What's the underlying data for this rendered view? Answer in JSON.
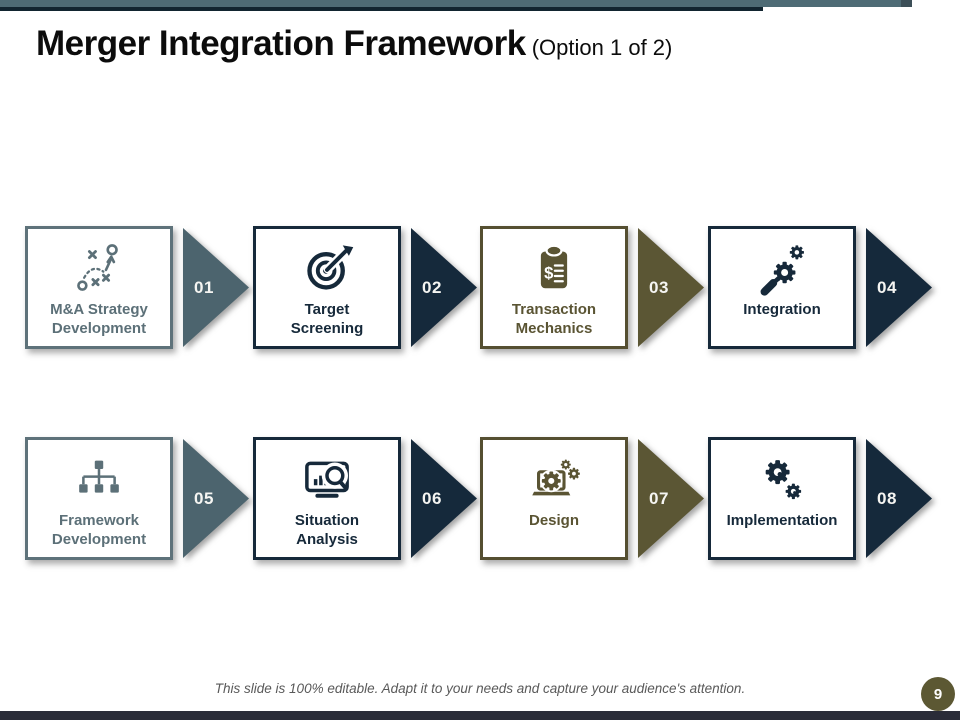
{
  "slide": {
    "title": "Merger Integration Framework",
    "title_suffix": "(Option 1 of 2)",
    "footer_note": "This slide is 100% editable. Adapt it to your needs and capture your audience's attention.",
    "page_number": "9"
  },
  "colors": {
    "slate_border": "#5e727a",
    "slate_text": "#5c7078",
    "slate_arrow": "#4c646e",
    "navy": "#16293a",
    "navy_arrow": "#15293b",
    "olive_border": "#554f31",
    "olive_text": "#5a5433",
    "olive_arrow": "#5b5634",
    "top_bar_slate": "#4e6b75",
    "top_bar_navy": "#122530",
    "bottom_bar": "#2a2c38",
    "page_circle": "#5c5833",
    "footer_text": "#595959"
  },
  "steps": [
    {
      "number": "01",
      "label": "M&A Strategy\nDevelopment",
      "theme": "slate",
      "icon": "strategy-icon"
    },
    {
      "number": "02",
      "label": "Target\nScreening",
      "theme": "navy",
      "icon": "target-icon"
    },
    {
      "number": "03",
      "label": "Transaction\nMechanics",
      "theme": "olive",
      "icon": "clipboard-dollar-icon"
    },
    {
      "number": "04",
      "label": "Integration",
      "theme": "navy",
      "icon": "gear-wrench-icon"
    },
    {
      "number": "05",
      "label": "Framework\nDevelopment",
      "theme": "slate",
      "icon": "org-chart-icon"
    },
    {
      "number": "06",
      "label": "Situation\nAnalysis",
      "theme": "navy",
      "icon": "monitor-search-icon"
    },
    {
      "number": "07",
      "label": "Design",
      "theme": "olive",
      "icon": "laptop-gears-icon"
    },
    {
      "number": "08",
      "label": "Implementation",
      "theme": "navy",
      "icon": "gears-icon"
    }
  ]
}
